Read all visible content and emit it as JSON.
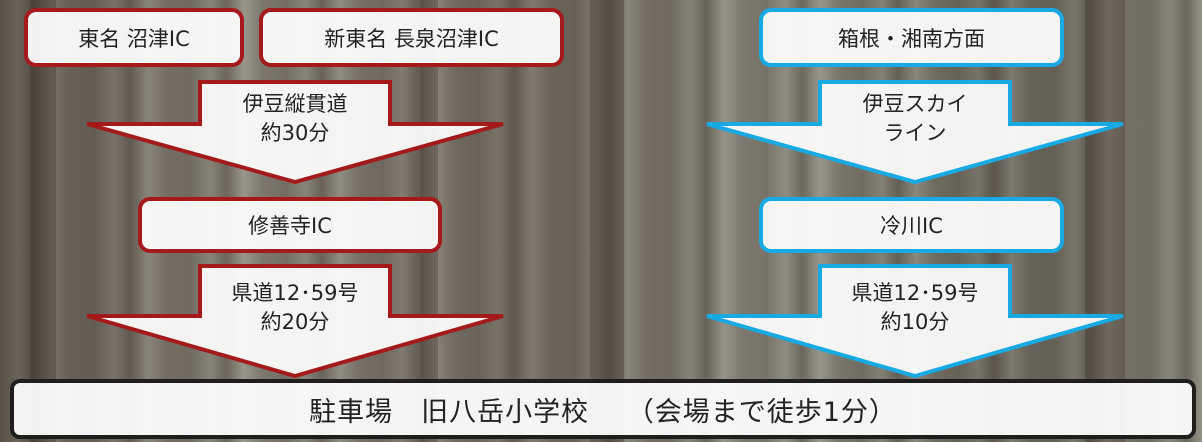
{
  "colors": {
    "red": "#a41a1a",
    "blue": "#19a9e3",
    "dark": "#1e1e1e"
  },
  "left_route": {
    "start_1": "東名 沼津IC",
    "start_2": "新東名 長泉沼津IC",
    "arrow_1": {
      "line1": "伊豆縦貫道",
      "line2": "約30分"
    },
    "mid": "修善寺IC",
    "arrow_2": {
      "line1": "県道12･59号",
      "line2": "約20分"
    }
  },
  "right_route": {
    "start": "箱根・湘南方面",
    "arrow_1": {
      "line1": "伊豆スカイ",
      "line2": "ライン"
    },
    "mid": "冷川IC",
    "arrow_2": {
      "line1": "県道12･59号",
      "line2": "約10分"
    }
  },
  "destination": "駐車場　旧八岳小学校　 （会場まで徒歩1分）"
}
